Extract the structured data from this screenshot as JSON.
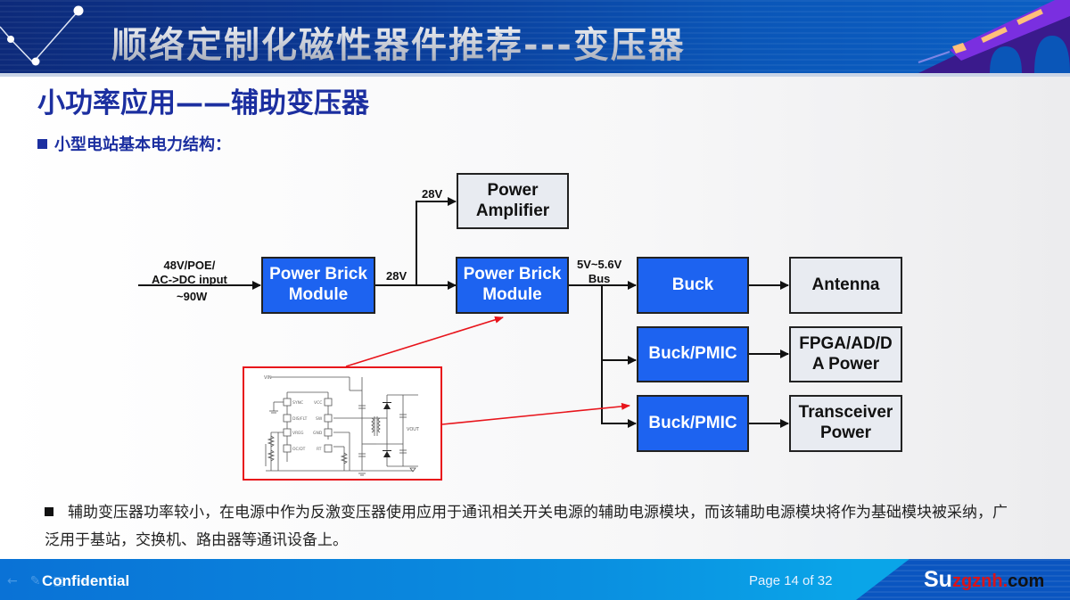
{
  "header": {
    "title": "顺络定制化磁性器件推荐---变压器"
  },
  "section": {
    "title": "小功率应用——辅助变压器",
    "bullet_heading": "小型电站基本电力结构："
  },
  "diagram": {
    "input_label_line1": "48V/POE/",
    "input_label_line2": "AC->DC input",
    "input_power": "~90W",
    "brick1": {
      "line1": "Power Brick",
      "line2": "Module"
    },
    "brick2": {
      "line1": "Power Brick",
      "line2": "Module"
    },
    "rail_28v_a": "28V",
    "rail_28v_b": "28V",
    "power_amplifier": {
      "line1": "Power",
      "line2": "Amplifier"
    },
    "bus_label_line1": "5V~5.6V",
    "bus_label_line2": "Bus",
    "buck": "Buck",
    "buck_pmic_1": "Buck/PMIC",
    "buck_pmic_2": "Buck/PMIC",
    "antenna": "Antenna",
    "fpga": {
      "line1": "FPGA/AD/D",
      "line2": "A Power"
    },
    "transceiver": {
      "line1": "Transceiver",
      "line2": "Power"
    },
    "circuit": {
      "vin": "VIN",
      "vout": "VOUT",
      "pins_left": [
        "SYNC",
        "DIS/FLT",
        "VREG",
        "OC/DT"
      ],
      "pins_right": [
        "VCC",
        "SW",
        "GND",
        "RT"
      ]
    }
  },
  "body": {
    "paragraph": "辅助变压器功率较小，在电源中作为反激变压器使用应用于通讯相关开关电源的辅助电源模块，而该辅助电源模块将作为基础模块被采纳，广泛用于基站，交换机、路由器等通讯设备上。"
  },
  "footer": {
    "confidential": "Confidential",
    "page": "Page 14 of 32",
    "logo_part1": "Su",
    "logo_part2": "zgznh.",
    "logo_part3": "com",
    "nav_icons": [
      "arrow-left-icon",
      "pen-icon",
      "menu-icon",
      "arrow-right-icon"
    ]
  },
  "colors": {
    "header_blue": "#0a3a96",
    "title_blue": "#1c2fa0",
    "block_blue": "#1d63f0",
    "block_gray": "#e8ebf1",
    "highlight_red": "#e8141b",
    "footer_blue": "#0a8fe0"
  }
}
